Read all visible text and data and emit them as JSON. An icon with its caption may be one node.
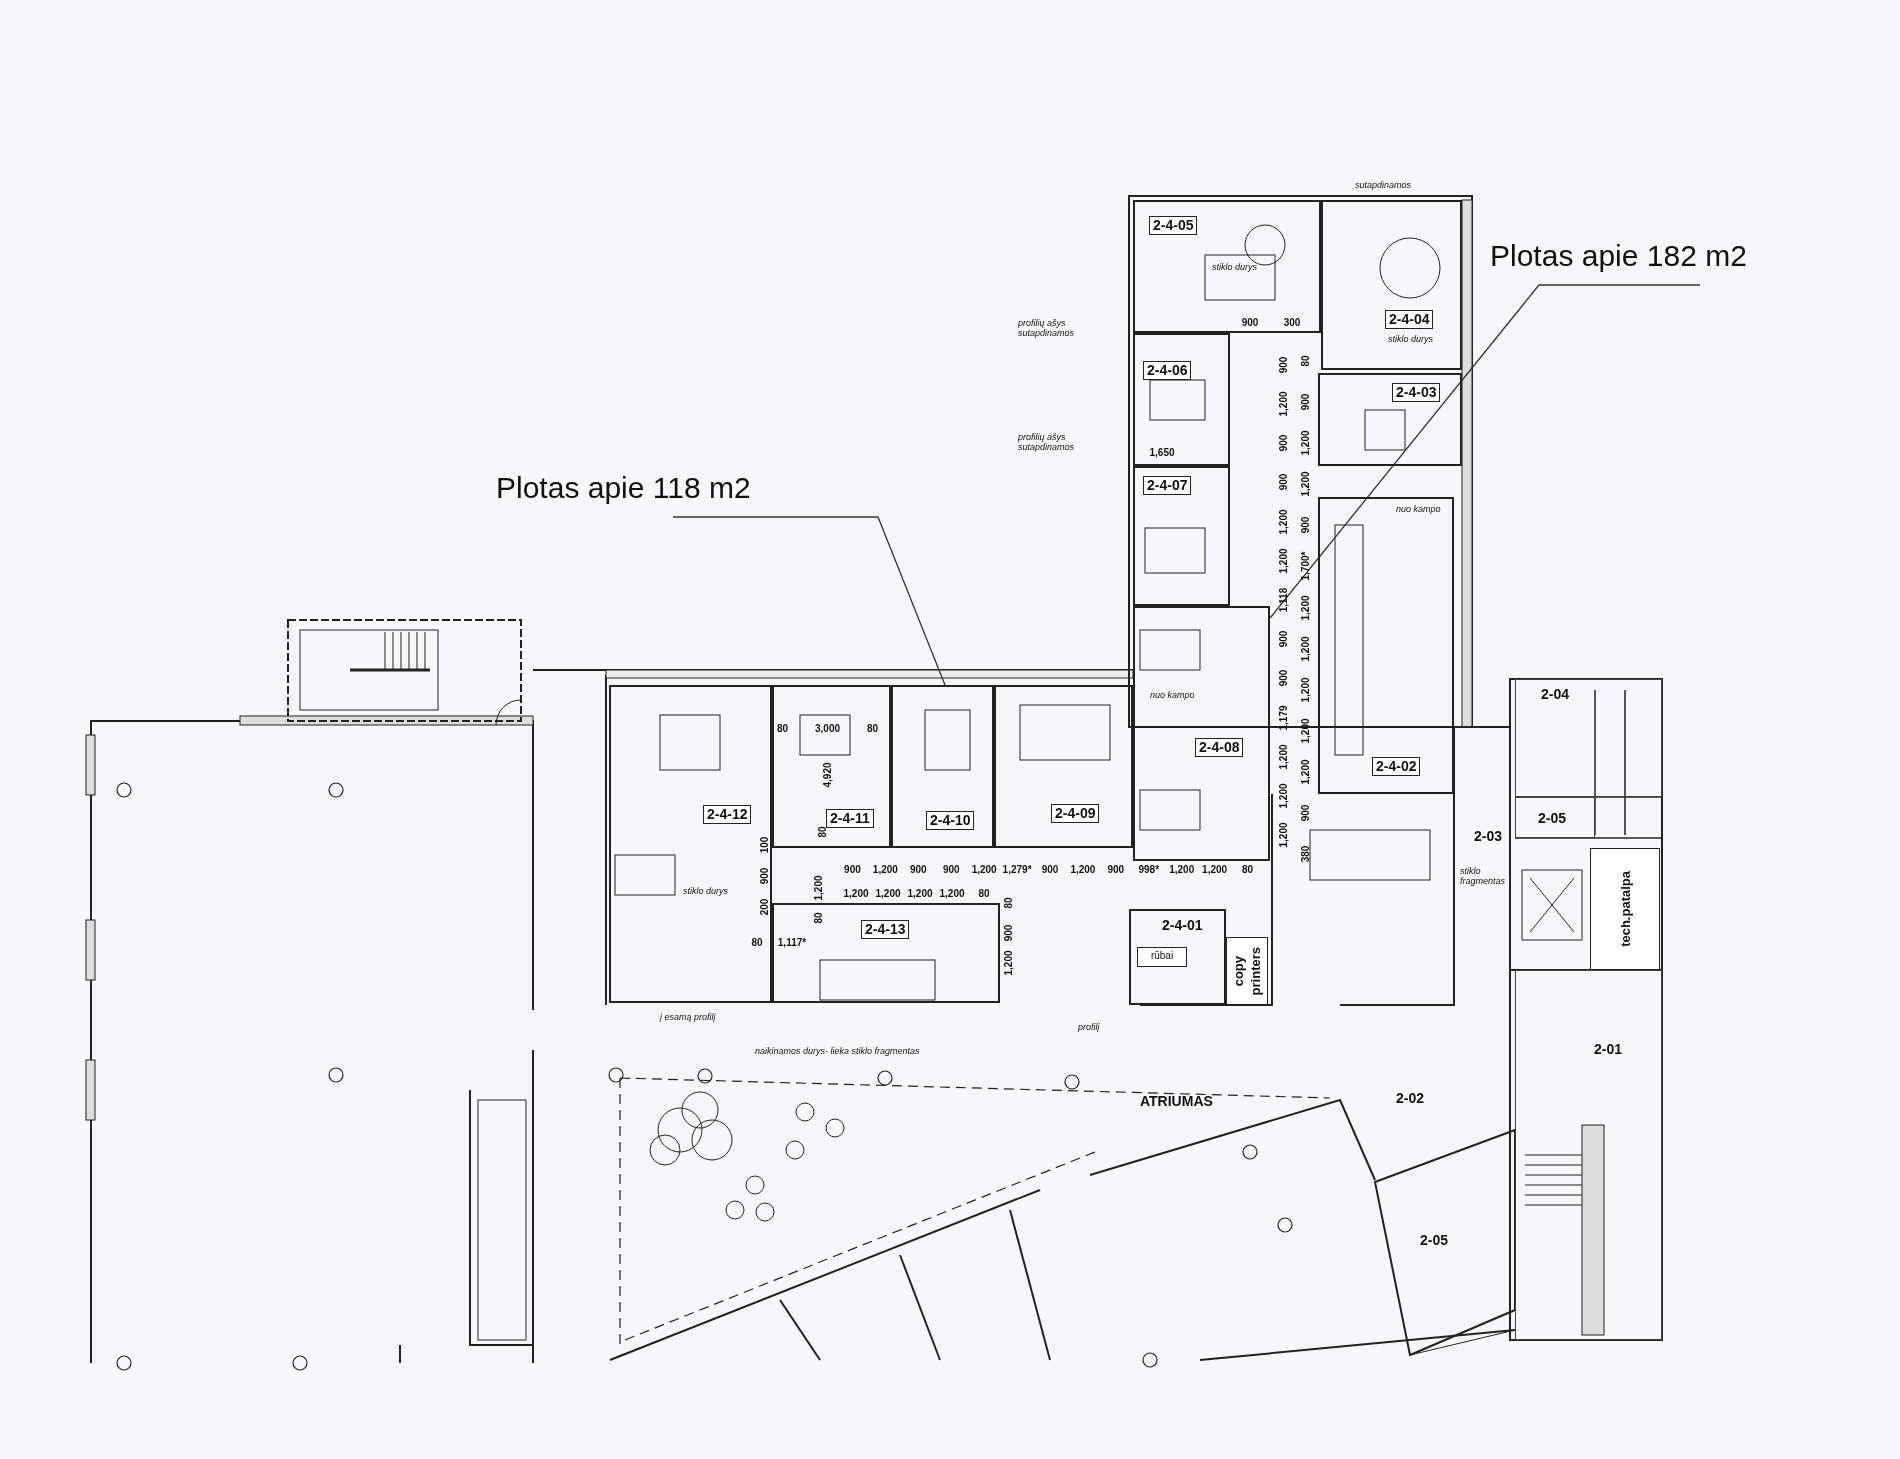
{
  "diagram": {
    "nodes": [
      {
        "text": [
          "Plotas apie 182 m2"
        ]
      },
      {
        "text": [
          "Plotas apie 118 m2"
        ]
      },
      {
        "text": [
          "2-4-05"
        ]
      },
      {
        "text": [
          "2-4-04"
        ]
      },
      {
        "text": [
          "2-4-06"
        ]
      },
      {
        "text": [
          "2-4-03"
        ]
      },
      {
        "text": [
          "2-4-07"
        ]
      },
      {
        "text": [
          "2-4-02"
        ]
      },
      {
        "text": [
          "2-4-08"
        ]
      },
      {
        "text": [
          "2-4-12"
        ]
      },
      {
        "text": [
          "2-4-11"
        ]
      },
      {
        "text": [
          "2-4-10"
        ]
      },
      {
        "text": [
          "2-4-09"
        ]
      },
      {
        "text": [
          "2-4-13"
        ]
      },
      {
        "text": [
          "2-4-01"
        ]
      },
      {
        "text": [
          "rūbai"
        ],
        "in": 14
      },
      {
        "text": [
          "printers",
          "copy"
        ]
      },
      {
        "text": [
          "2-04"
        ]
      },
      {
        "text": [
          "2-05"
        ]
      },
      {
        "text": [
          "2-03"
        ]
      },
      {
        "text": [
          "tech.patalpa"
        ]
      },
      {
        "text": [
          "2-01"
        ]
      },
      {
        "text": [
          "2-02"
        ]
      },
      {
        "text": [
          "2-05"
        ]
      },
      {
        "text": [
          "ATRIUMAS"
        ]
      }
    ],
    "edges": [
      {
        "from": 0,
        "to": 8,
        "arrow": "none"
      },
      {
        "from": 1,
        "to": 11,
        "arrow": "none"
      }
    ],
    "labels": [
      "sutapdinamos",
      "profilių ašys sutapdinamos",
      "profilių ašys sutapdinamos",
      "stiklo durys",
      "900",
      "300",
      "stiklo durys",
      "1,650",
      "nuo kampo",
      "nuo kampo",
      "stiklo durys",
      "į esamą profilį",
      "naikinamos durys- lieka stiklo fragmentas",
      "profilį",
      "stiklo fragmentas",
      "900",
      "1,200",
      "900",
      "900",
      "1,200",
      "1,200",
      "1,118",
      "900",
      "900",
      "1,179",
      "1,200",
      "1,200",
      "1,200",
      "80",
      "900",
      "1,200",
      "1,200",
      "900",
      "1,700*",
      "1,200",
      "1,200",
      "1,200",
      "1,200",
      "1,200",
      "900",
      "380",
      "900",
      "1,200",
      "900",
      "900",
      "1,200",
      "1,279*",
      "900",
      "1,200",
      "900",
      "998*",
      "1,200",
      "1,200",
      "80",
      "1,200",
      "1,200",
      "1,200",
      "1,200",
      "80",
      "80",
      "3,000",
      "80",
      "4,920",
      "80",
      "100",
      "900",
      "200",
      "80",
      "1,117*",
      "1,200",
      "80",
      "80",
      "900",
      "1,200"
    ]
  }
}
